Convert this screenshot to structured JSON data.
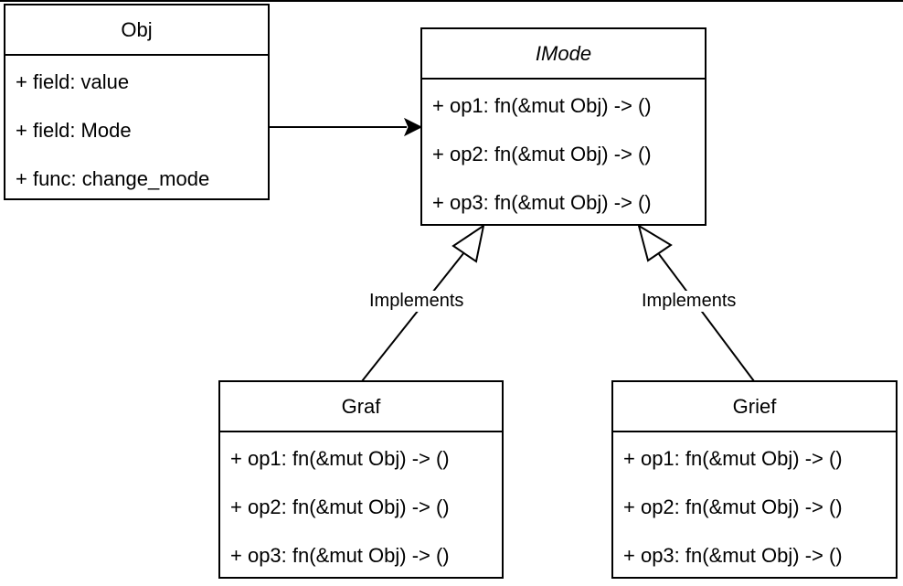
{
  "classes": {
    "obj": {
      "name": "Obj",
      "members": [
        "+ field: value",
        "+ field: Mode",
        "+ func: change_mode"
      ]
    },
    "imode": {
      "name": "IMode",
      "members": [
        "+ op1: fn(&mut Obj) -> ()",
        "+ op2: fn(&mut Obj) -> ()",
        "+ op3: fn(&mut Obj) -> ()"
      ]
    },
    "graf": {
      "name": "Graf",
      "members": [
        "+ op1: fn(&mut Obj) -> ()",
        "+ op2: fn(&mut Obj) -> ()",
        "+ op3: fn(&mut Obj) -> ()"
      ]
    },
    "grief": {
      "name": "Grief",
      "members": [
        "+ op1: fn(&mut Obj) -> ()",
        "+ op2: fn(&mut Obj) -> ()",
        "+ op3: fn(&mut Obj) -> ()"
      ]
    }
  },
  "relations": {
    "graf_implements_label": "Implements",
    "grief_implements_label": "Implements"
  }
}
